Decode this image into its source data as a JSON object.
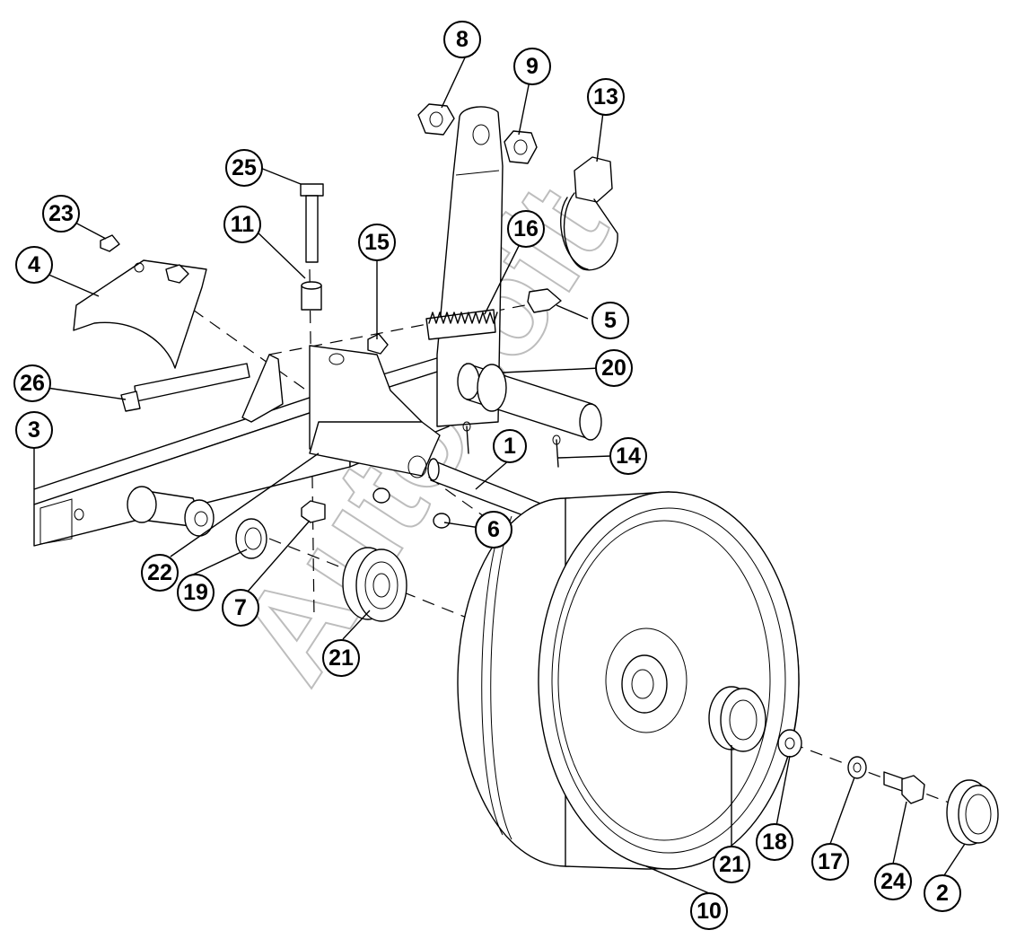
{
  "watermark": "Autosoft",
  "callouts": [
    {
      "id": "c1",
      "label": "1"
    },
    {
      "id": "c2",
      "label": "2"
    },
    {
      "id": "c3",
      "label": "3"
    },
    {
      "id": "c4",
      "label": "4"
    },
    {
      "id": "c5",
      "label": "5"
    },
    {
      "id": "c6",
      "label": "6"
    },
    {
      "id": "c7",
      "label": "7"
    },
    {
      "id": "c8",
      "label": "8"
    },
    {
      "id": "c9",
      "label": "9"
    },
    {
      "id": "c10",
      "label": "10"
    },
    {
      "id": "c11",
      "label": "11"
    },
    {
      "id": "c13",
      "label": "13"
    },
    {
      "id": "c14",
      "label": "14"
    },
    {
      "id": "c15",
      "label": "15"
    },
    {
      "id": "c16",
      "label": "16"
    },
    {
      "id": "c17",
      "label": "17"
    },
    {
      "id": "c18",
      "label": "18"
    },
    {
      "id": "c19",
      "label": "19"
    },
    {
      "id": "c20",
      "label": "20"
    },
    {
      "id": "c21a",
      "label": "21"
    },
    {
      "id": "c21b",
      "label": "21"
    },
    {
      "id": "c22",
      "label": "22"
    },
    {
      "id": "c23",
      "label": "23"
    },
    {
      "id": "c24",
      "label": "24"
    },
    {
      "id": "c25",
      "label": "25"
    },
    {
      "id": "c26",
      "label": "26"
    }
  ]
}
